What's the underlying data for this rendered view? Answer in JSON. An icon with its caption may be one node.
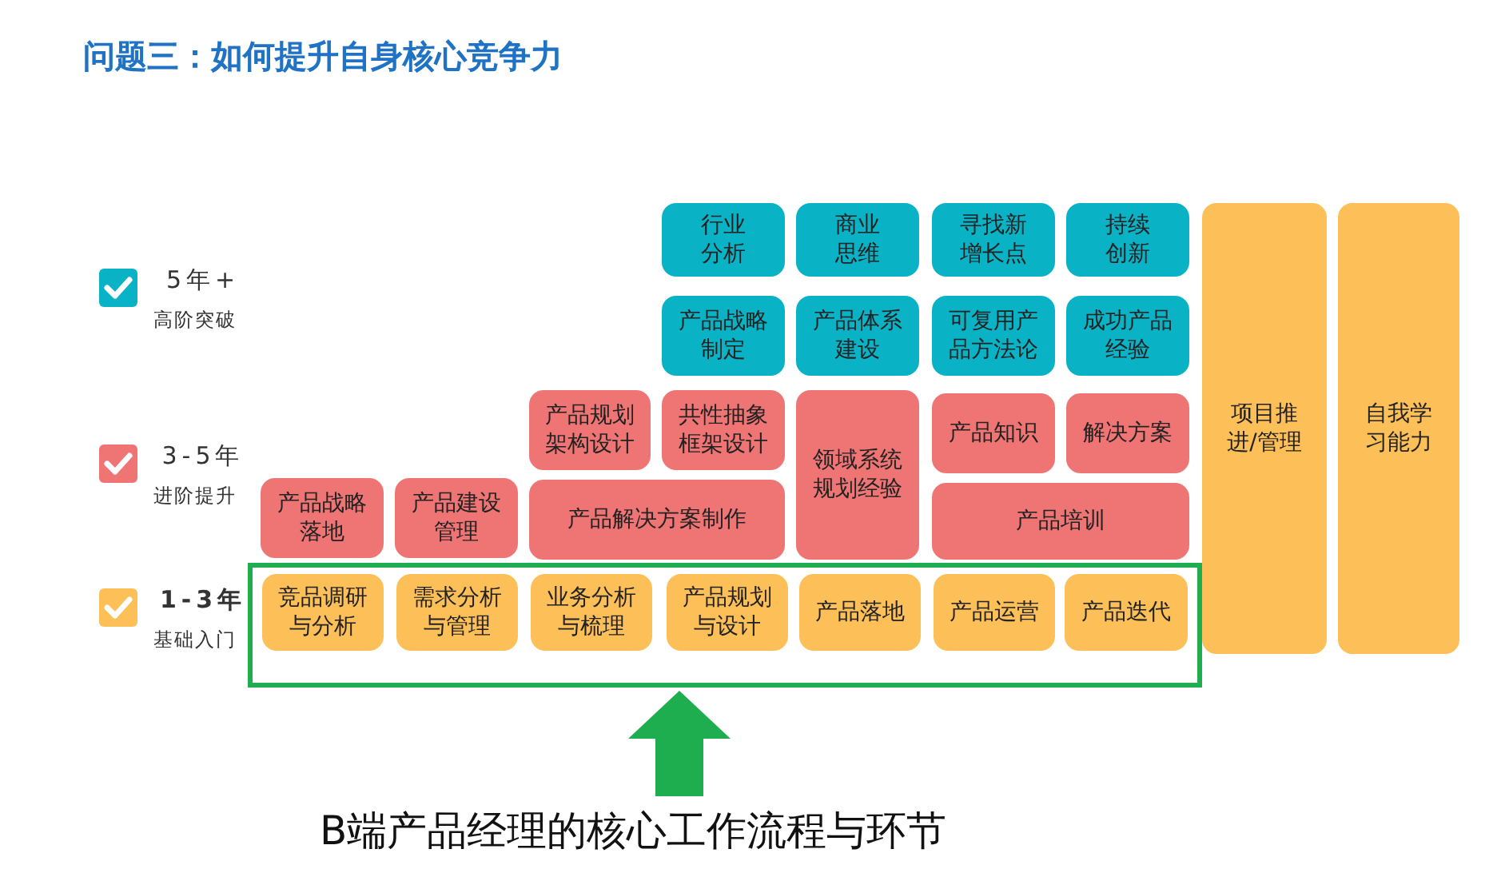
{
  "diagram": {
    "title": "问题三：如何提升自身核心竞争力",
    "nodes": [
      {
        "text": [
          "行业分析"
        ]
      },
      {
        "text": [
          "商业思维"
        ]
      },
      {
        "text": [
          "寻找新增长点"
        ]
      },
      {
        "text": [
          "持续创新"
        ]
      },
      {
        "text": [
          "项目推进/管理"
        ]
      },
      {
        "text": [
          "自我学习能力"
        ]
      },
      {
        "text": [
          "产品战略制定"
        ]
      },
      {
        "text": [
          "产品体系建设"
        ]
      },
      {
        "text": [
          "可复用产品方法论"
        ]
      },
      {
        "text": [
          "成功产品经验"
        ]
      },
      {
        "text": [
          "产品规划架构设计"
        ]
      },
      {
        "text": [
          "共性抽象框架设计"
        ]
      },
      {
        "text": [
          "领域系统规划经验"
        ]
      },
      {
        "text": [
          "产品知识"
        ]
      },
      {
        "text": [
          "解决方案"
        ]
      },
      {
        "text": [
          "产品战略落地"
        ]
      },
      {
        "text": [
          "产品建设管理"
        ]
      },
      {
        "text": [
          "产品解决方案制作"
        ]
      },
      {
        "text": [
          "产品培训"
        ]
      },
      {
        "text": [],
        "shape": "box"
      },
      {
        "text": [
          "竞品调研与分析"
        ],
        "in": 19
      },
      {
        "text": [
          "需求分析与管理"
        ],
        "in": 19
      },
      {
        "text": [
          "业务分析与梳理"
        ],
        "in": 19
      },
      {
        "text": [
          "产品规划与设计"
        ],
        "in": 19
      },
      {
        "text": [
          "产品落地"
        ],
        "in": 19
      },
      {
        "text": [
          "产品运营"
        ],
        "in": 19
      },
      {
        "text": [
          "产品迭代"
        ],
        "in": 19
      },
      {
        "text": [
          "B端产品经理的核心工作流程与环节"
        ]
      }
    ],
    "edges": [
      {
        "from": 27,
        "to": 19,
        "arrow": "to",
        "color": "#1fae4f"
      }
    ],
    "labels": [
      "5年+",
      "高阶突破",
      "3-5年",
      "进阶提升",
      "1-3年",
      "基础入门"
    ]
  }
}
